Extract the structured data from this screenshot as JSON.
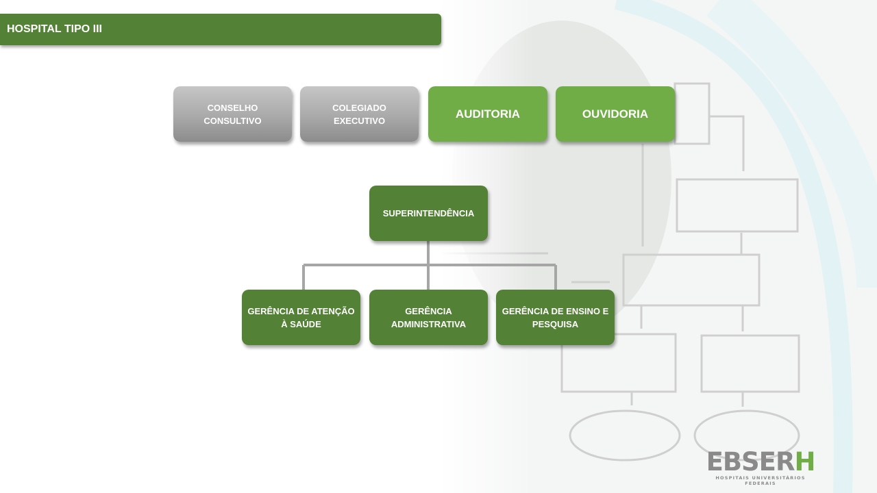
{
  "header": {
    "title": "HOSPITAL TIPO III"
  },
  "advisory_boxes": [
    {
      "label": "CONSELHO CONSULTIVO"
    },
    {
      "label": "COLEGIADO EXECUTIVO"
    },
    {
      "label": "AUDITORIA"
    },
    {
      "label": "OUVIDORIA"
    }
  ],
  "root": {
    "label": "SUPERINTENDÊNCIA"
  },
  "children": [
    {
      "label": "GERÊNCIA DE ATENÇÃO À SAÚDE"
    },
    {
      "label": "GERÊNCIA ADMINISTRATIVA"
    },
    {
      "label": "GERÊNCIA DE ENSINO E PESQUISA"
    }
  ],
  "logo": {
    "main": "EBSER",
    "accent": "H",
    "subtitle": "HOSPITAIS UNIVERSITÁRIOS FEDERAIS"
  },
  "colors": {
    "dark_green": "#538135",
    "light_green": "#70ad47",
    "grey_box": "#a9a9a9",
    "connector": "#a6a6a6",
    "logo_grey": "#8a8a8a"
  }
}
